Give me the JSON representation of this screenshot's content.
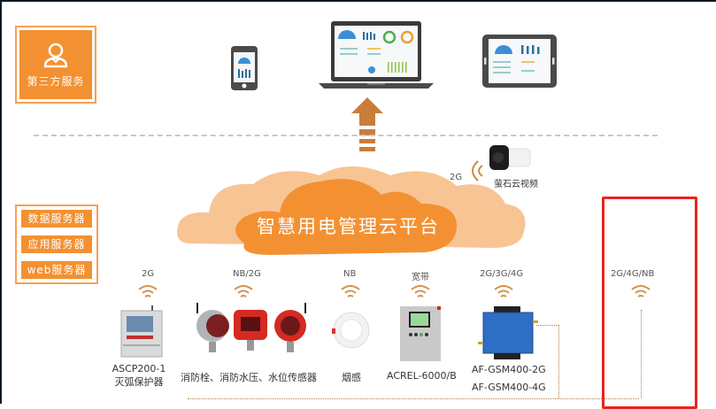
{
  "third_party": {
    "label": "第三方服务",
    "icon": "user-icon"
  },
  "servers": [
    {
      "label": "数据服务器"
    },
    {
      "label": "应用服务器"
    },
    {
      "label": "web服务器"
    }
  ],
  "clients": [
    {
      "name": "smartphone",
      "icon": "phone-dashboard-icon"
    },
    {
      "name": "laptop",
      "icon": "laptop-dashboard-icon"
    },
    {
      "name": "tablet",
      "icon": "tablet-dashboard-icon"
    }
  ],
  "cloud": {
    "title": "智慧用电管理云平台"
  },
  "camera": {
    "network": "2G",
    "label": "萤石云视频"
  },
  "devices": [
    {
      "network": "2G",
      "label_line1": "ASCP200-1",
      "label_line2": "灭弧保护器"
    },
    {
      "network": "NB/2G",
      "label_line1": "消防栓、消防水压、水位传感器"
    },
    {
      "network": "NB",
      "label_line1": "烟感"
    },
    {
      "network": "宽带",
      "label_line1": "ACREL-6000/B"
    },
    {
      "network": "2G/3G/4G",
      "label_line1": "AF-GSM400-2G",
      "label_line2": "AF-GSM400-4G"
    },
    {
      "network": "2G/4G/NB"
    }
  ],
  "colors": {
    "accent": "#f39132",
    "cloud_light": "#f8c494",
    "arrow": "#c97d3a",
    "highlight": "#e8231e"
  }
}
